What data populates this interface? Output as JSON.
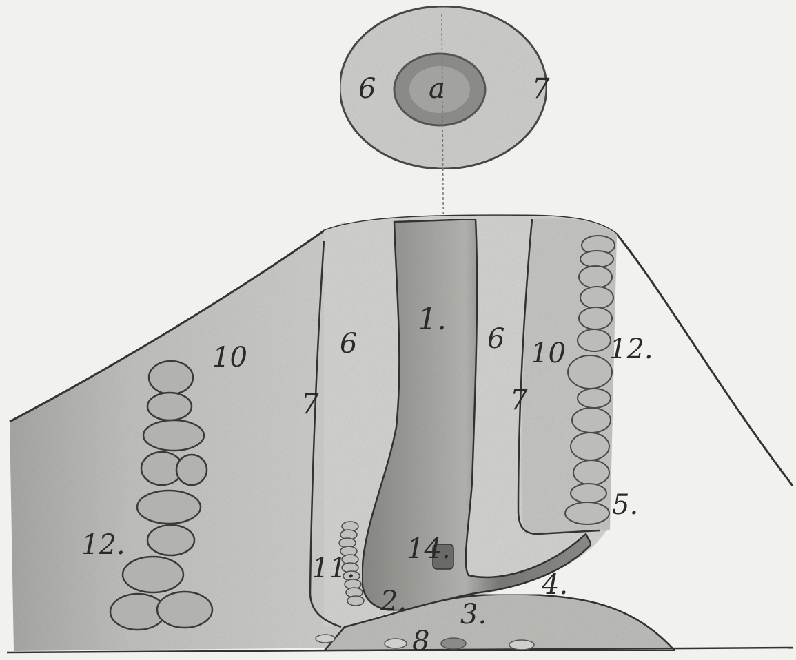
{
  "labels": {
    "a": "a",
    "n1": "1.",
    "n2": "2.",
    "n3": "3.",
    "n4": "4.",
    "n5": "5.",
    "n6": "6",
    "n7": "7",
    "n8": "8",
    "n10": "10",
    "n11": "11.",
    "n12": "12.",
    "n14": "14."
  },
  "colors": {
    "paper": "#f1f1ee",
    "ink": "#2a2a2a",
    "tissue_light": "#c9c9c5",
    "tissue_mid": "#b3b3af",
    "shaft_dark": "#6e6e6a",
    "cell_fill": "#a9a9a5"
  }
}
